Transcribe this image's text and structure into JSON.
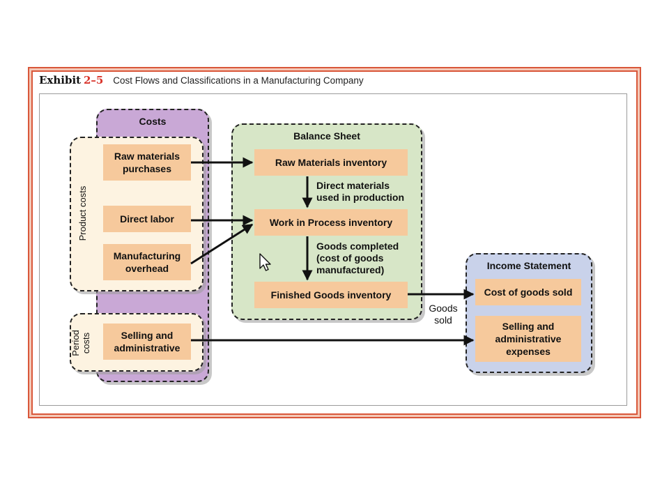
{
  "header": {
    "exhibit_word": "Exhibit",
    "exhibit_number": "2–5",
    "caption": "Cost Flows and Classifications in a Manufacturing Company"
  },
  "costs": {
    "title": "Costs",
    "product_label": "Product costs",
    "period_label": "Period\ncosts",
    "raw_materials": "Raw materials\npurchases",
    "direct_labor": "Direct labor",
    "overhead": "Manufacturing\noverhead",
    "selling": "Selling and\nadministrative"
  },
  "balance_sheet": {
    "title": "Balance Sheet",
    "raw_inventory": "Raw Materials inventory",
    "wip_inventory": "Work in Process inventory",
    "finished_inventory": "Finished Goods inventory",
    "flow_direct_materials": "Direct materials\nused in production",
    "flow_goods_completed": "Goods completed\n(cost of goods\nmanufactured)"
  },
  "income_statement": {
    "title": "Income Statement",
    "cogs": "Cost of goods sold",
    "selling_expenses": "Selling and\nadministrative\nexpenses"
  },
  "goods_sold_label": "Goods\nsold",
  "colors": {
    "frame": "#d9573a",
    "costs_region": "#c9a8d6",
    "cost_group": "#fdf3e1",
    "balance_region": "#d7e6c7",
    "income_region": "#c9d2ea",
    "item_box": "#f6c99c"
  }
}
